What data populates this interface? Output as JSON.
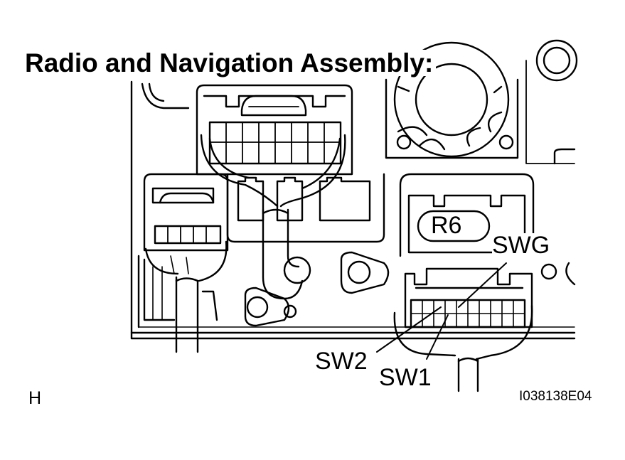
{
  "title": "Radio and Navigation Assembly:",
  "connector_label": "R6",
  "terminals": {
    "swg": "SWG",
    "sw2": "SW2",
    "sw1": "SW1"
  },
  "corner_label": "H",
  "figure_code": "I038138E04",
  "colors": {
    "line": "#000000",
    "background": "#ffffff"
  }
}
